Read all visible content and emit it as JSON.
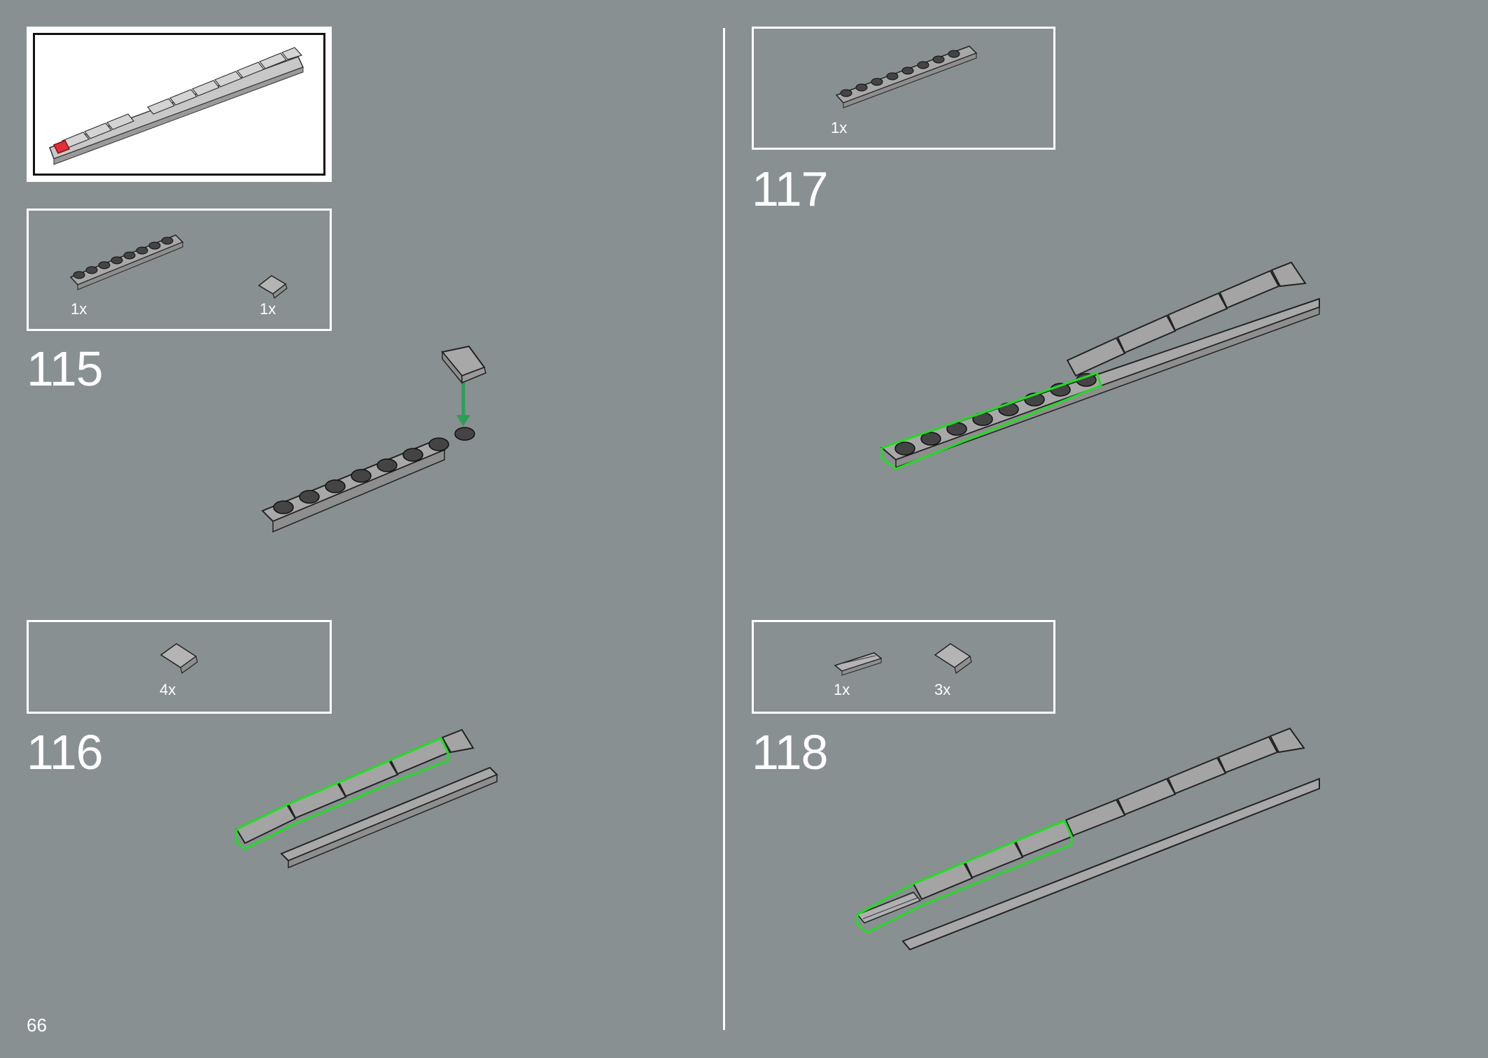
{
  "page": {
    "number": "66"
  },
  "steps": [
    {
      "number": "115",
      "parts": [
        {
          "name": "plate-1x8-rail",
          "qty": "1x"
        },
        {
          "name": "slope-brick",
          "qty": "1x"
        }
      ]
    },
    {
      "number": "116",
      "parts": [
        {
          "name": "slope-brick",
          "qty": "4x"
        }
      ]
    },
    {
      "number": "117",
      "parts": [
        {
          "name": "plate-1x8-rail",
          "qty": "1x"
        }
      ]
    },
    {
      "number": "118",
      "parts": [
        {
          "name": "tile-rail",
          "qty": "1x"
        },
        {
          "name": "slope-brick",
          "qty": "3x"
        }
      ]
    }
  ],
  "colors": {
    "background": "#889092",
    "part": "#a8a8a8",
    "highlight": "#22dd22",
    "arrow": "#2e9e57",
    "marker": "#e0303a"
  }
}
